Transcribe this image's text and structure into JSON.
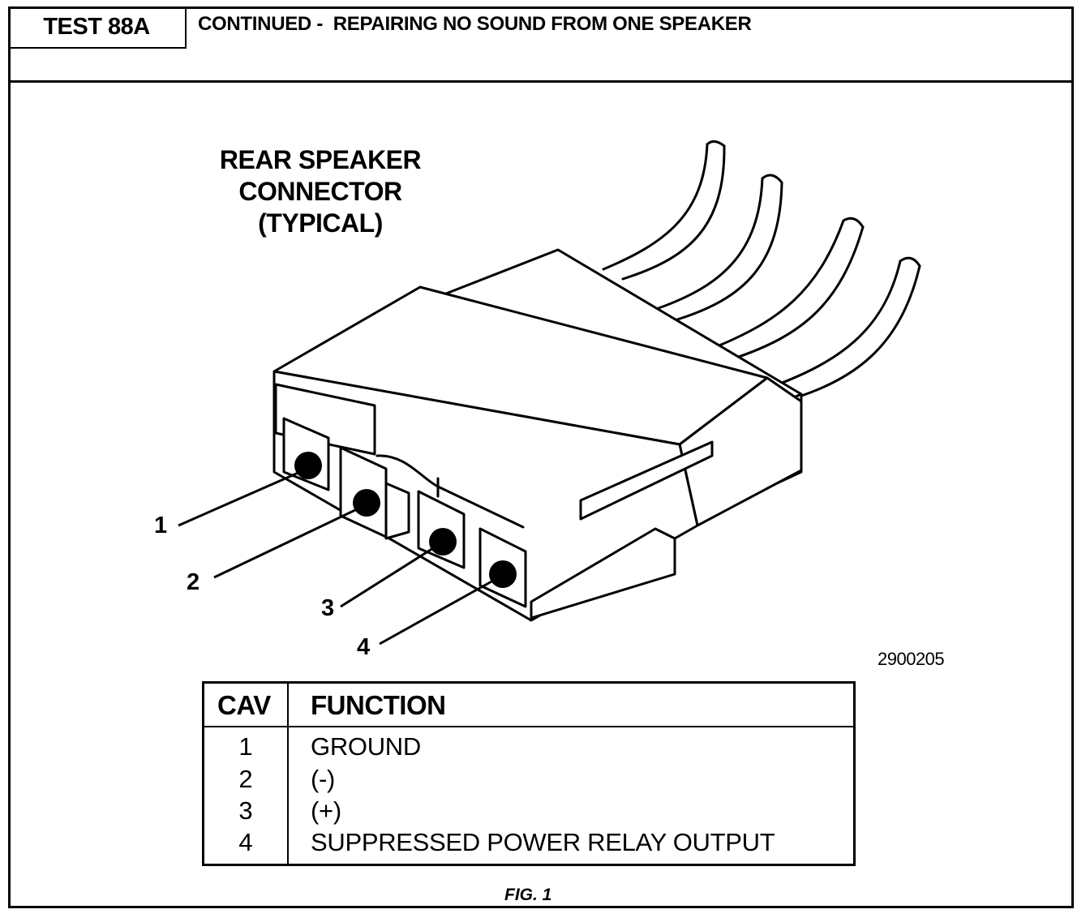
{
  "header": {
    "test_id": "TEST 88A",
    "title": "CONTINUED -  REPAIRING NO SOUND FROM ONE SPEAKER"
  },
  "diagram": {
    "title_lines": [
      "REAR SPEAKER",
      "CONNECTOR",
      "(TYPICAL)"
    ],
    "figure_id": "2900205",
    "pins": [
      "1",
      "2",
      "3",
      "4"
    ]
  },
  "table": {
    "headers": {
      "cav": "CAV",
      "function": "FUNCTION"
    },
    "rows": [
      {
        "cav": "1",
        "function": "GROUND"
      },
      {
        "cav": "2",
        "function": "(-)"
      },
      {
        "cav": "3",
        "function": "(+)"
      },
      {
        "cav": "4",
        "function": "SUPPRESSED POWER RELAY OUTPUT"
      }
    ]
  },
  "caption": "FIG. 1"
}
